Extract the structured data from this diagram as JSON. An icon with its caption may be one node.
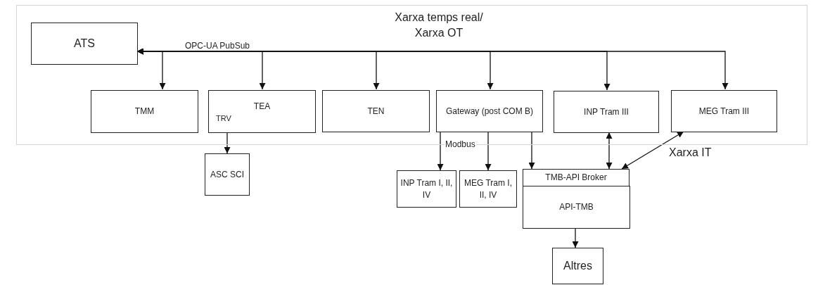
{
  "diagram": {
    "nodes": [
      {
        "text": [
          "Xarxa temps real/ Xarxa OT"
        ]
      },
      {
        "text": [
          "ATS"
        ],
        "in": 0
      },
      {
        "text": [
          "TMM"
        ],
        "in": 0
      },
      {
        "text": [
          "TEA",
          "TRV"
        ],
        "in": 0
      },
      {
        "text": [
          "TEN"
        ],
        "in": 0
      },
      {
        "text": [
          "Gateway (post COM B)"
        ],
        "in": 0
      },
      {
        "text": [
          "INP Tram III"
        ],
        "in": 0
      },
      {
        "text": [
          "MEG Tram III"
        ],
        "in": 0
      },
      {
        "text": [
          "ASC SCI"
        ]
      },
      {
        "text": [
          "INP Tram I, II, IV"
        ]
      },
      {
        "text": [
          "MEG Tram I, II, IV"
        ]
      },
      {
        "text": [
          "TMB-API Broker"
        ]
      },
      {
        "text": [
          "API-TMB"
        ]
      },
      {
        "text": [
          "Altres"
        ]
      }
    ],
    "edges": [
      {
        "from": 1,
        "to": 2,
        "arrow": "both"
      },
      {
        "from": 1,
        "to": 3,
        "arrow": "both",
        "label": "OPC-UA PubSub"
      },
      {
        "from": 1,
        "to": 4,
        "arrow": "both"
      },
      {
        "from": 1,
        "to": 5,
        "arrow": "both"
      },
      {
        "from": 1,
        "to": 6,
        "arrow": "both"
      },
      {
        "from": 1,
        "to": 7,
        "arrow": "both"
      },
      {
        "from": 3,
        "to": 8,
        "arrow": "to"
      },
      {
        "from": 5,
        "to": 9,
        "arrow": "to",
        "label": "Modbus"
      },
      {
        "from": 5,
        "to": 10,
        "arrow": "to"
      },
      {
        "from": 5,
        "to": 11,
        "arrow": "to"
      },
      {
        "from": 6,
        "to": 11,
        "arrow": "both"
      },
      {
        "from": 7,
        "to": 11,
        "arrow": "both",
        "label": "Xarxa IT"
      },
      {
        "from": 12,
        "to": 13,
        "arrow": "to"
      }
    ]
  }
}
